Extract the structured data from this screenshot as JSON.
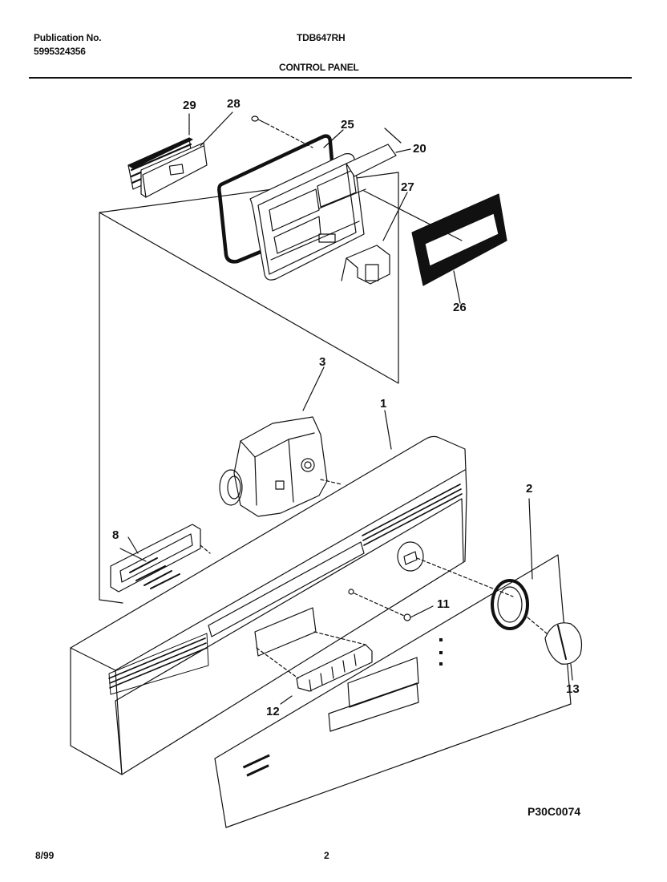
{
  "header": {
    "publication_label": "Publication No.",
    "publication_number": "5995324356",
    "model": "TDB647RH",
    "section_title": "CONTROL PANEL"
  },
  "callouts": {
    "c29": "29",
    "c28": "28",
    "c25": "25",
    "c20": "20",
    "c27": "27",
    "c26": "26",
    "c3": "3",
    "c1": "1",
    "c8": "8",
    "c2": "2",
    "c11": "11",
    "c12": "12",
    "c13": "13"
  },
  "footer": {
    "date": "8/99",
    "page": "2",
    "diagram_code": "P30C0074"
  }
}
